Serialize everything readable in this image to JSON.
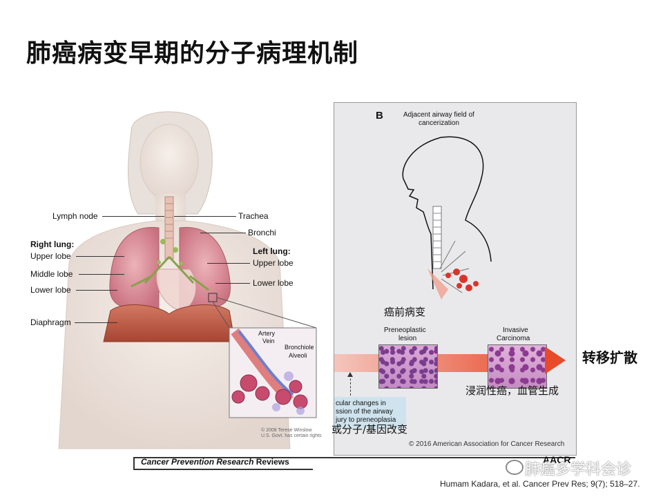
{
  "slide_title": "肺癌病变早期的分子病理机制",
  "left_figure": {
    "labels": {
      "lymph_node": "Lymph node",
      "trachea": "Trachea",
      "bronchi": "Bronchi",
      "right_lung": "Right lung:",
      "upper_lobe_r": "Upper lobe",
      "middle_lobe": "Middle lobe",
      "lower_lobe_r": "Lower lobe",
      "left_lung": "Left lung:",
      "upper_lobe_l": "Upper lobe",
      "lower_lobe_l": "Lower lobe",
      "diaphragm": "Diaphragm",
      "artery": "Artery",
      "vein": "Vein",
      "bronchiole": "Bronchiole",
      "alveoli": "Alveoli"
    },
    "copyright_line1": "© 2008 Terese Winslow",
    "copyright_line2": "U.S. Govt. has certain rights",
    "journal": "Cancer Prevention Research Reviews",
    "journal_italic": "Cancer Prevention Research",
    "journal_plain": "Reviews"
  },
  "right_figure": {
    "panel_letter": "B",
    "field_title_1": "Adjacent airway field of",
    "field_title_2": "cancerization",
    "premalignant_cn": "癌前病变",
    "preneoplastic_1": "Preneoplastic",
    "preneoplastic_2": "lesion",
    "invasive_1": "Invasive",
    "invasive_2": "Carcinoma",
    "molecular_text_1": "cular changes in",
    "molecular_text_2": "ssion of the airway",
    "molecular_text_3": "jury to preneoplasia",
    "molecular_cn": "或分子/基因改变",
    "invasive_cn": "浸润性癌，血管生成",
    "copyright": "© 2016 American Association for Cancer Research",
    "aacr": "AACR"
  },
  "metastasis_cn": "转移扩散",
  "watermark": "肺癌多学科会诊",
  "reference": "Humam Kadara, et al. Cancer Prev Res; 9(7); 518–27.",
  "colors": {
    "lung": "#d98a95",
    "arrow_red": "#e84a2a",
    "tissue": "#c878c0"
  }
}
